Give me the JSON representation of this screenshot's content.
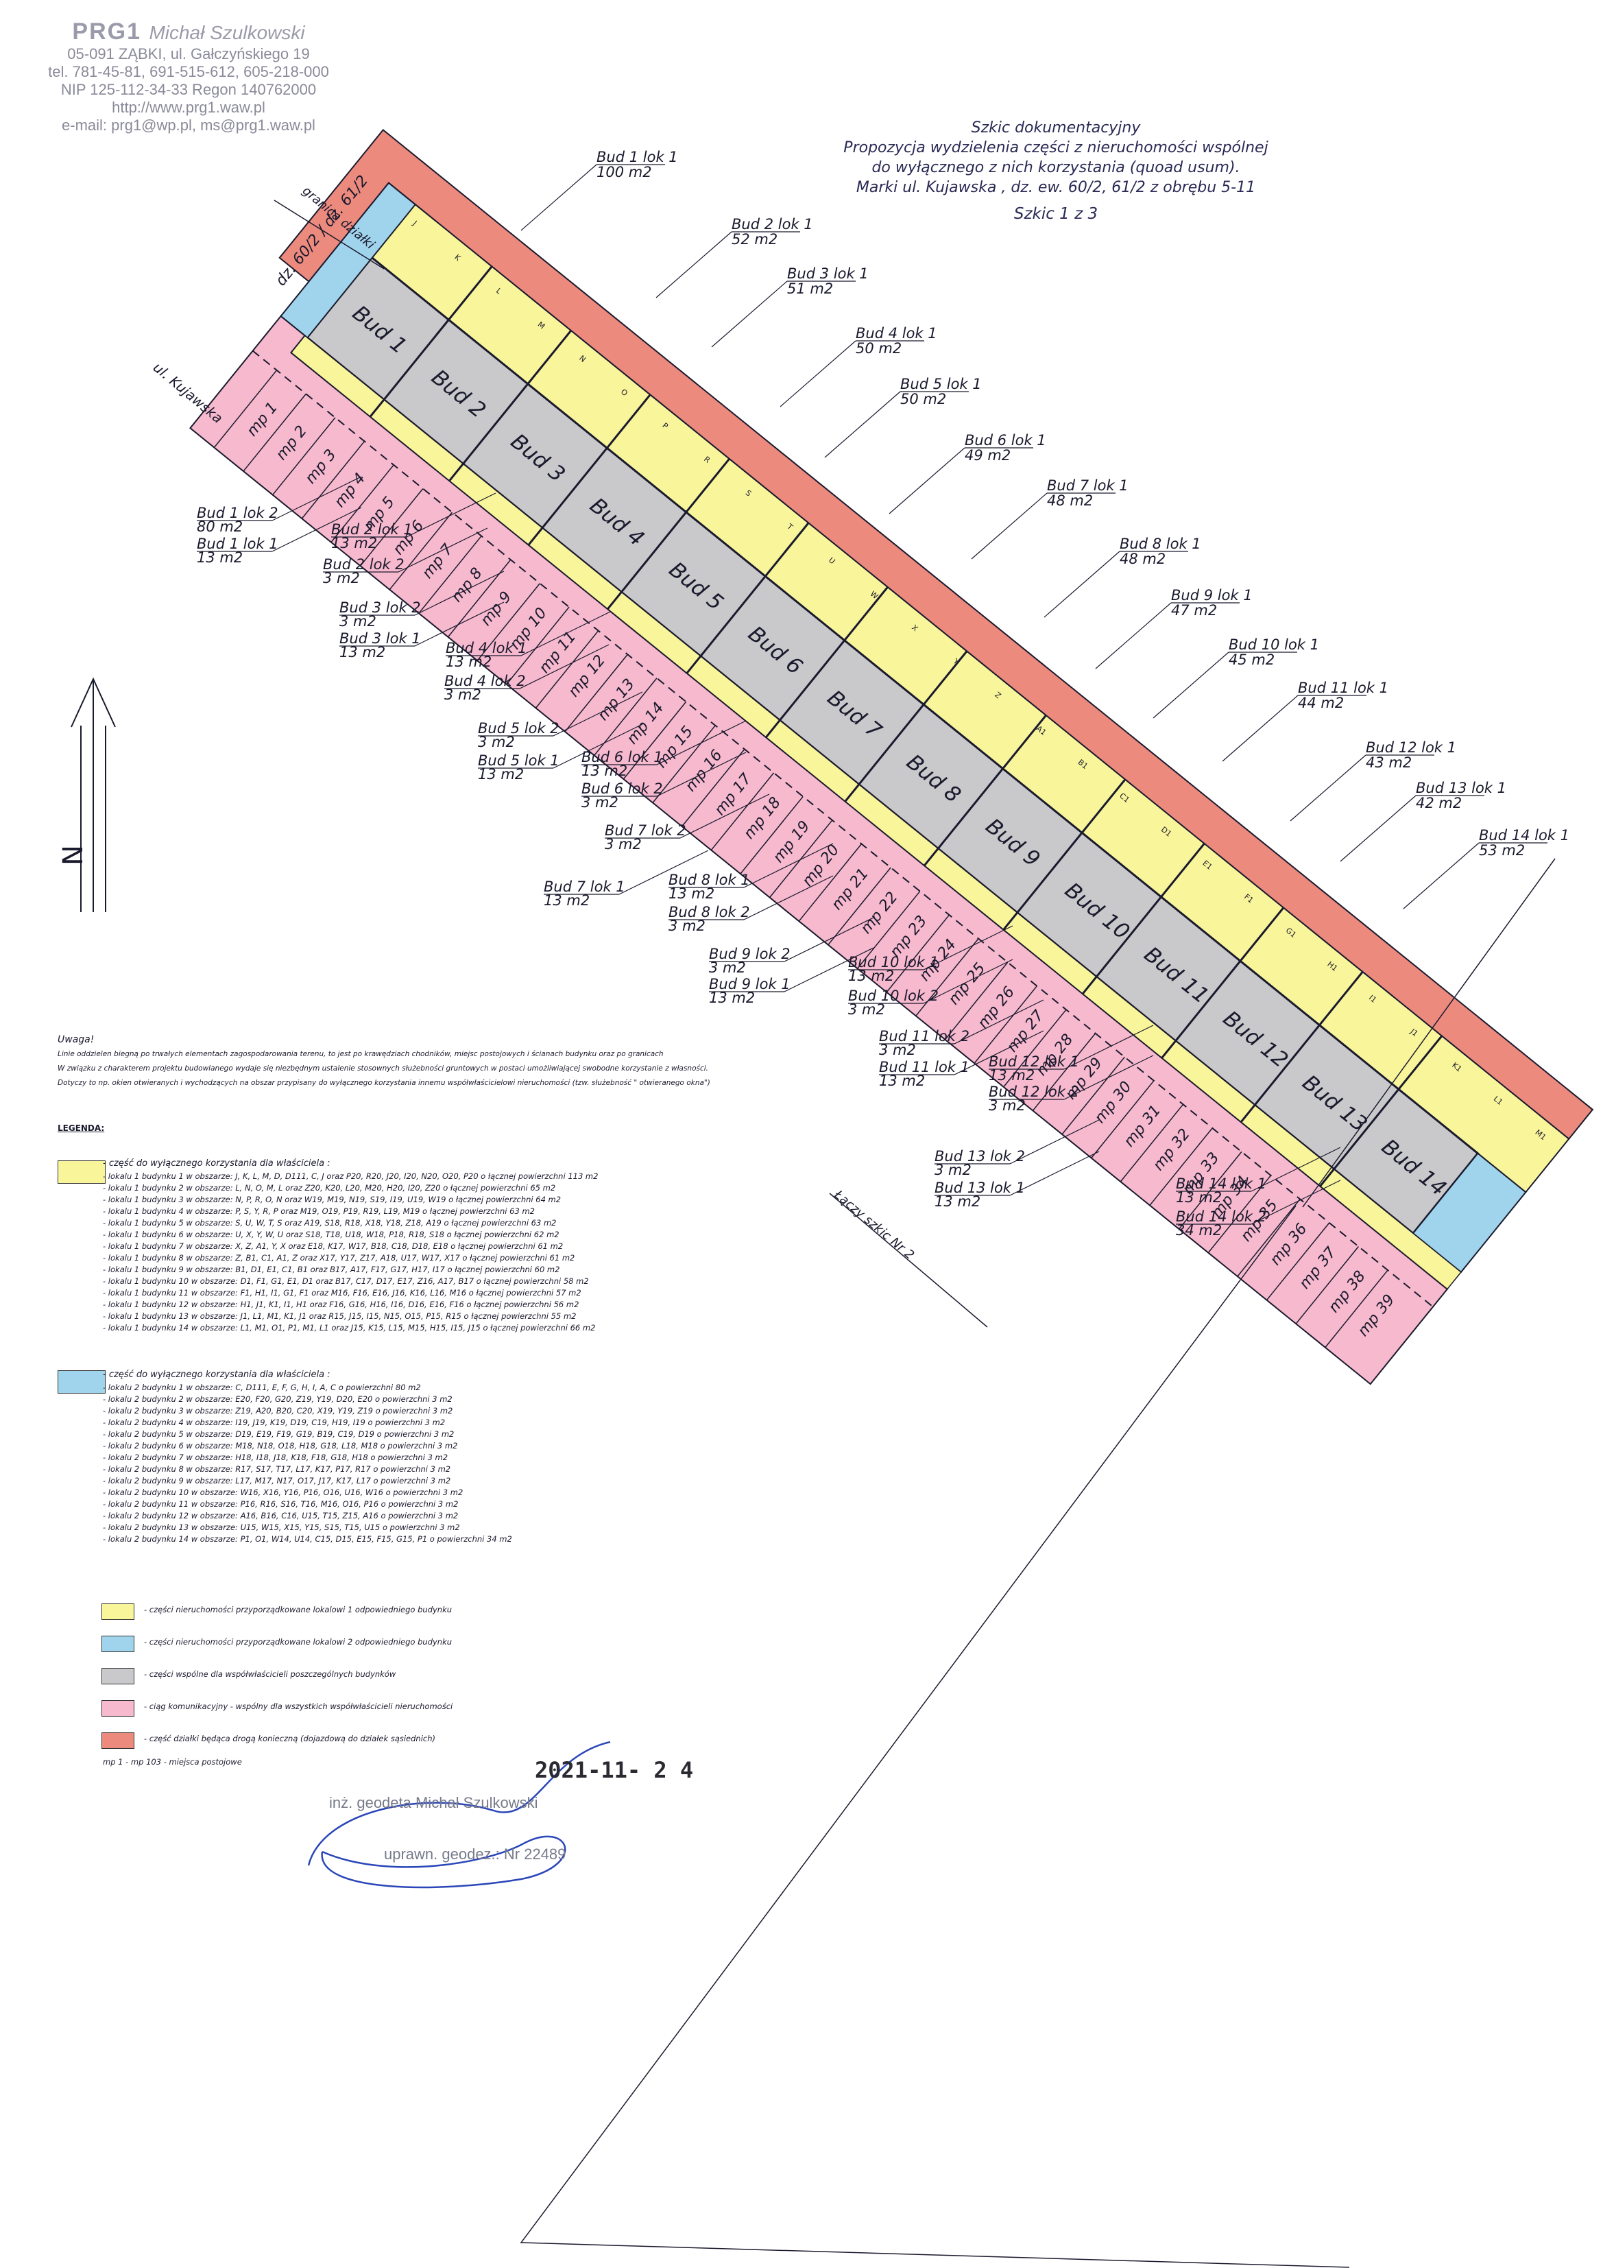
{
  "stamp": {
    "firm": "PRG1",
    "owner": "Michał Szulkowski",
    "address": "05-091 ZĄBKI, ul. Gałczyńskiego 19",
    "phone": "tel. 781-45-81, 691-515-612, 605-218-000",
    "nip": "NIP 125-112-34-33 Regon 140762000",
    "web": "http://www.prg1.waw.pl",
    "email": "e-mail: prg1@wp.pl, ms@prg1.waw.pl"
  },
  "title": {
    "line1": "Szkic dokumentacyjny",
    "line2": "Propozycja wydzielenia części z nieruchomości wspólnej",
    "line3": "do wyłącznego z nich korzystania (quoad usum).",
    "line4": "Marki ul. Kujawska , dz. ew. 60/2, 61/2 z obrębu 5-11",
    "sheet": "Szkic 1 z 3"
  },
  "map": {
    "street": "ul. Kujawska",
    "boundary": "granica działki",
    "parcels": "dz. 60/2 / dz. 61/2",
    "continuation": "Łączy szkic Nr 2",
    "north": "N",
    "buildings": [
      "Bud 1",
      "Bud 2",
      "Bud 3",
      "Bud 4",
      "Bud 5",
      "Bud 6",
      "Bud 7",
      "Bud 8",
      "Bud 9",
      "Bud 10",
      "Bud 11",
      "Bud 12",
      "Bud 13",
      "Bud 14"
    ],
    "lok1_labels": [
      {
        "t": "Bud 1 lok 1",
        "a": "100 m2"
      },
      {
        "t": "Bud 2 lok 1",
        "a": "52 m2"
      },
      {
        "t": "Bud 3 lok 1",
        "a": "51 m2"
      },
      {
        "t": "Bud 4 lok 1",
        "a": "50 m2"
      },
      {
        "t": "Bud 5 lok 1",
        "a": "50 m2"
      },
      {
        "t": "Bud 6 lok 1",
        "a": "49 m2"
      },
      {
        "t": "Bud 7 lok 1",
        "a": "48 m2"
      },
      {
        "t": "Bud 8 lok 1",
        "a": "48 m2"
      },
      {
        "t": "Bud 9 lok 1",
        "a": "47 m2"
      },
      {
        "t": "Bud 10 lok 1",
        "a": "45 m2"
      },
      {
        "t": "Bud 11 lok 1",
        "a": "44 m2"
      },
      {
        "t": "Bud 12 lok 1",
        "a": "43 m2"
      },
      {
        "t": "Bud 13 lok 1",
        "a": "42 m2"
      },
      {
        "t": "Bud 14 lok 1",
        "a": "53 m2"
      }
    ],
    "left_labels": [
      {
        "t": "Bud 1 lok 2",
        "a": "80 m2"
      },
      {
        "t": "Bud 1 lok 1",
        "a": "13 m2"
      },
      {
        "t": "Bud 2 lok 1",
        "a": "13 m2"
      },
      {
        "t": "Bud 2 lok 2",
        "a": "3 m2"
      },
      {
        "t": "Bud 3 lok 2",
        "a": "3 m2"
      },
      {
        "t": "Bud 3 lok 1",
        "a": "13 m2"
      },
      {
        "t": "Bud 4 lok 1",
        "a": "13 m2"
      },
      {
        "t": "Bud 4 lok 2",
        "a": "3 m2"
      },
      {
        "t": "Bud 5 lok 2",
        "a": "3 m2"
      },
      {
        "t": "Bud 5 lok 1",
        "a": "13 m2"
      },
      {
        "t": "Bud 6 lok 1",
        "a": "13 m2"
      },
      {
        "t": "Bud 6 lok 2",
        "a": "3 m2"
      },
      {
        "t": "Bud 7 lok 2",
        "a": "3 m2"
      },
      {
        "t": "Bud 7 lok 1",
        "a": "13 m2"
      },
      {
        "t": "Bud 8 lok 1",
        "a": "13 m2"
      },
      {
        "t": "Bud 8 lok 2",
        "a": "3 m2"
      },
      {
        "t": "Bud 9 lok 2",
        "a": "3 m2"
      },
      {
        "t": "Bud 9 lok 1",
        "a": "13 m2"
      },
      {
        "t": "Bud 10 lok 1",
        "a": "13 m2"
      },
      {
        "t": "Bud 10 lok 2",
        "a": "3 m2"
      },
      {
        "t": "Bud 11 lok 2",
        "a": "3 m2"
      },
      {
        "t": "Bud 11 lok 1",
        "a": "13 m2"
      },
      {
        "t": "Bud 12 lok 1",
        "a": "13 m2"
      },
      {
        "t": "Bud 12 lok 2",
        "a": "3 m2"
      },
      {
        "t": "Bud 13 lok 2",
        "a": "3 m2"
      },
      {
        "t": "Bud 13 lok 1",
        "a": "13 m2"
      },
      {
        "t": "Bud 14 lok 1",
        "a": "13 m2"
      },
      {
        "t": "Bud 14 lok 2",
        "a": "34 m2"
      }
    ],
    "parking": [
      "mp 1",
      "mp 2",
      "mp 3",
      "mp 4",
      "mp 5",
      "mp 6",
      "mp 7",
      "mp 8",
      "mp 9",
      "mp 10",
      "mp 11",
      "mp 12",
      "mp 13",
      "mp 14",
      "mp 15",
      "mp 16",
      "mp 17",
      "mp 18",
      "mp 19",
      "mp 20",
      "mp 21",
      "mp 22",
      "mp 23",
      "mp 24",
      "mp 25",
      "mp 26",
      "mp 27",
      "mp 28",
      "mp 29",
      "mp 30",
      "mp 31",
      "mp 32",
      "mp 33",
      "mp 34",
      "mp 35",
      "mp 36",
      "mp 37",
      "mp 38",
      "mp 39"
    ],
    "yellow_letters": [
      "J",
      "K",
      "L",
      "M",
      "N",
      "O",
      "P",
      "R",
      "S",
      "T",
      "U",
      "W",
      "X",
      "Y",
      "Z",
      "A1",
      "B1",
      "C1",
      "D1",
      "E1",
      "F1",
      "G1",
      "H1",
      "I1",
      "J1",
      "K1",
      "L1",
      "M1"
    ]
  },
  "note": {
    "heading": "Uwaga!",
    "l1": "Linie oddzielen biegną po trwałych elementach zagospodarowania terenu, to jest po krawędziach chodników, miejsc postojowych i ścianach budynku oraz po granicach",
    "l2": "W związku z charakterem projektu budowlanego wydaje się niezbędnym ustalenie stosownych służebności gruntowych w postaci umożliwiającej swobodne korzystanie z własności.",
    "l3": "Dotyczy to np. okien otwieranych i wychodzących na obszar przypisany do wyłącznego korzystania innemu współwłaścicielowi nieruchomości (tzw. służebność \" otwieranego okna\")"
  },
  "legend": {
    "heading": "LEGENDA:",
    "yellow_head": "- część do wyłącznego korzystania dla właściciela :",
    "yellow_items": [
      "- lokalu 1 budynku 1 w obszarze: J, K, L, M, D, D111, C, J oraz P20, R20, J20, I20, N20, O20, P20 o łącznej powierzchni 113 m2",
      "- lokalu 1 budynku 2 w obszarze: L, N, O, M, L oraz Z20, K20, L20, M20, H20, I20, Z20 o łącznej powierzchni 65 m2",
      "- lokalu 1 budynku 3 w obszarze: N, P, R, O, N oraz W19, M19, N19, S19, I19, U19, W19 o łącznej powierzchni 64 m2",
      "- lokalu 1 budynku 4 w obszarze: P, S, Y, R, P oraz M19, O19, P19, R19, L19, M19 o łącznej powierzchni 63 m2",
      "- lokalu 1 budynku 5 w obszarze: S, U, W, T, S oraz A19, S18, R18, X18, Y18, Z18, A19 o łącznej powierzchni 63 m2",
      "- lokalu 1 budynku 6 w obszarze: U, X, Y, W, U oraz S18, T18, U18, W18, P18, R18, S18 o łącznej powierzchni 62 m2",
      "- lokalu 1 budynku 7 w obszarze: X, Z, A1, Y, X oraz E18, K17, W17, B18, C18, D18, E18 o łącznej powierzchni 61 m2",
      "- lokalu 1 budynku 8 w obszarze: Z, B1, C1, A1, Z oraz X17, Y17, Z17, A18, U17, W17, X17 o łącznej powierzchni 61 m2",
      "- lokalu 1 budynku 9 w obszarze: B1, D1, E1, C1, B1 oraz B17, A17, F17, G17, H17, I17 o łącznej powierzchni 60 m2",
      "- lokalu 1 budynku 10 w obszarze: D1, F1, G1, E1, D1 oraz B17, C17, D17, E17, Z16, A17, B17 o łącznej powierzchni 58 m2",
      "- lokalu 1 budynku 11 w obszarze: F1, H1, I1, G1, F1 oraz M16, F16, E16, J16, K16, L16, M16 o łącznej powierzchni 57 m2",
      "- lokalu 1 budynku 12 w obszarze: H1, J1, K1, I1, H1 oraz F16, G16, H16, I16, D16, E16, F16 o łącznej powierzchni 56 m2",
      "- lokalu 1 budynku 13 w obszarze: J1, L1, M1, K1, J1 oraz R15, J15, I15, N15, O15, P15, R15 o łącznej powierzchni 55 m2",
      "- lokalu 1 budynku 14 w obszarze: L1, M1, O1, P1, M1, L1 oraz J15, K15, L15, M15, H15, I15, J15 o łącznej powierzchni 66 m2"
    ],
    "blue_head": "- część do wyłącznego korzystania dla właściciela :",
    "blue_items": [
      "- lokalu 2 budynku 1 w obszarze: C, D111, E, F, G, H, I, A, C o powierzchni 80 m2",
      "- lokalu 2 budynku 2 w obszarze: E20, F20, G20, Z19, Y19, D20, E20 o powierzchni 3 m2",
      "- lokalu 2 budynku 3 w obszarze: Z19, A20, B20, C20, X19, Y19, Z19 o powierzchni 3 m2",
      "- lokalu 2 budynku 4 w obszarze: I19, J19, K19, D19, C19, H19, I19 o powierzchni 3 m2",
      "- lokalu 2 budynku 5 w obszarze: D19, E19, F19, G19, B19, C19, D19 o powierzchni 3 m2",
      "- lokalu 2 budynku 6 w obszarze: M18, N18, O18, H18, G18, L18, M18 o powierzchni 3 m2",
      "- lokalu 2 budynku 7 w obszarze: H18, I18, J18, K18, F18, G18, H18 o powierzchni 3 m2",
      "- lokalu 2 budynku 8 w obszarze: R17, S17, T17, L17, K17, P17, R17 o powierzchni 3 m2",
      "- lokalu 2 budynku 9 w obszarze: L17, M17, N17, O17, J17, K17, L17 o powierzchni 3 m2",
      "- lokalu 2 budynku 10 w obszarze: W16, X16, Y16, P16, O16, U16, W16 o powierzchni 3 m2",
      "- lokalu 2 budynku 11 w obszarze: P16, R16, S16, T16, M16, O16, P16 o powierzchni 3 m2",
      "- lokalu 2 budynku 12 w obszarze: A16, B16, C16, U15, T15, Z15, A16 o powierzchni 3 m2",
      "- lokalu 2 budynku 13 w obszarze: U15, W15, X15, Y15, S15, T15, U15 o powierzchni 3 m2",
      "- lokalu 2 budynku 14 w obszarze: P1, O1, W14, U14, C15, D15, E15, F15, G15, P1 o powierzchni 34 m2"
    ],
    "rows": [
      "- części nieruchomości przyporządkowane lokalowi 1 odpowiedniego budynku",
      "- części nieruchomości przyporządkowane lokalowi 2 odpowiedniego budynku",
      "- części wspólne dla współwłaścicieli poszczególnych budynków",
      "- ciąg komunikacyjny - wspólny dla wszystkich współwłaścicieli nieruchomości",
      "- część działki będąca drogą konieczną (dojazdową do działek sąsiednich)"
    ],
    "mp_note": "mp 1 - mp 103   - miejsca postojowe"
  },
  "colors": {
    "yellow": "#f9f59a",
    "blue": "#9fd4ec",
    "grey": "#c9c9cb",
    "pink": "#f7b9cd",
    "red": "#ec8a7e",
    "line": "#1a1a2e"
  },
  "signature": {
    "date": "2021-11- 2 4",
    "name": "inż. geodeta Michał Szulkowski",
    "licence": "uprawn. geodez.: Nr 22489"
  }
}
